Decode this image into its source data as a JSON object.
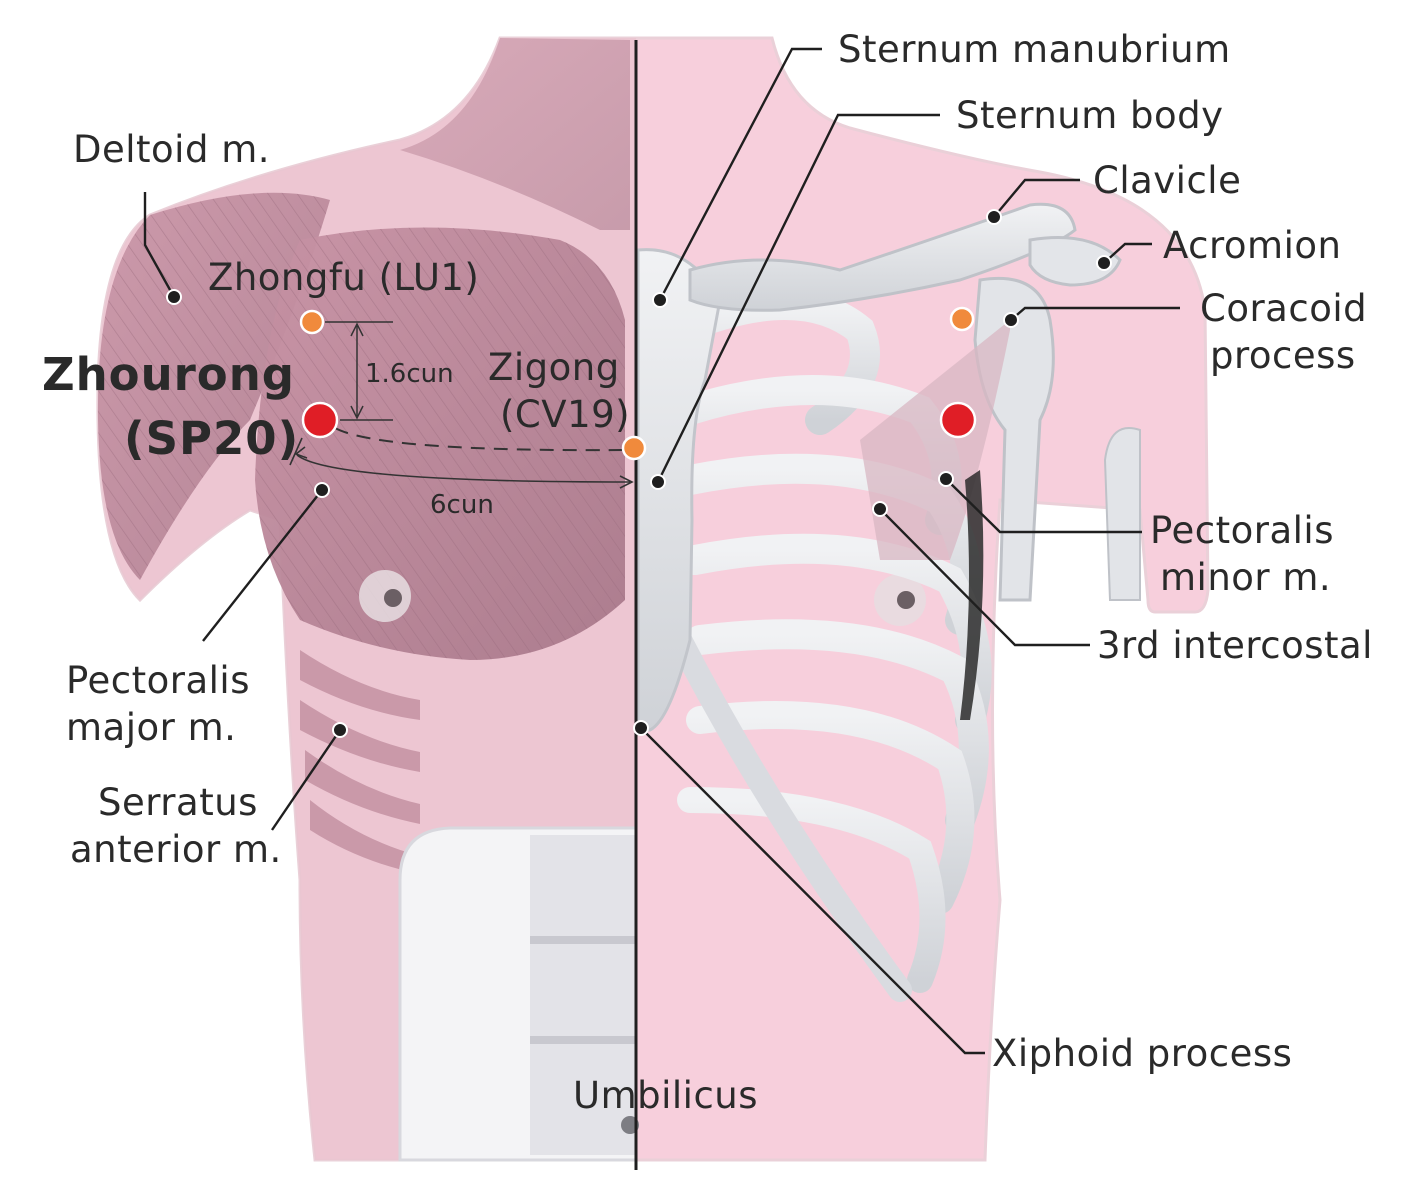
{
  "diagram": {
    "title": {
      "line1": "Zhourong",
      "line2": "(SP20)"
    },
    "points": {
      "lu1": "Zhongfu (LU1)",
      "cv19_line1": "Zigong",
      "cv19_line2": "(CV19)"
    },
    "measurements": {
      "vertical": "1.6cun",
      "horizontal": "6cun"
    },
    "labels": {
      "deltoid": "Deltoid m.",
      "pectoralis_major_line1": "Pectoralis",
      "pectoralis_major_line2": "major m.",
      "serratus_line1": "Serratus",
      "serratus_line2": "anterior m.",
      "umbilicus": "Umbilicus",
      "sternum_manubrium": "Sternum manubrium",
      "sternum_body": "Sternum body",
      "clavicle": "Clavicle",
      "acromion": "Acromion",
      "coracoid_line1": "Coracoid",
      "coracoid_line2": "process",
      "pectoralis_minor_line1": "Pectoralis",
      "pectoralis_minor_line2": "minor m.",
      "third_intercostal": "3rd intercostal",
      "xiphoid": "Xiphoid process"
    },
    "colors": {
      "main_point": "#e01e26",
      "reference_point": "#f08a3c",
      "skin": "#f7cfdc",
      "muscle": "#c98fa2",
      "bone": "#e6e8eb"
    }
  }
}
